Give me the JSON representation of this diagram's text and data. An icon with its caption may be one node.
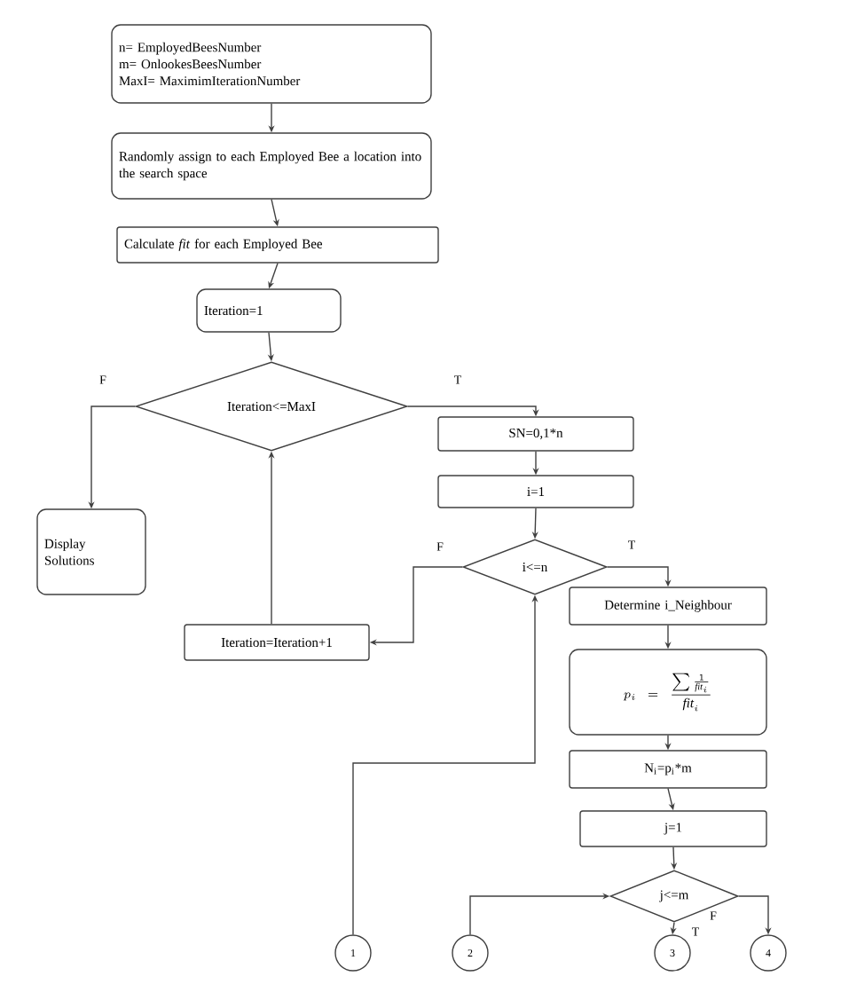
{
  "diagram": {
    "nodes": [
      {
        "text": [
          "n= EmployedBeesNumber",
          "m= OnlookesBeesNumber",
          "MaxI= MaximimIterationNumber"
        ]
      },
      {
        "text": [
          "Randomly assign to each Employed Bee a location into the search space"
        ]
      },
      {
        "text": [
          "Calculate *fit* for each Employed Bee"
        ]
      },
      {
        "text": [
          "Iteration=1"
        ]
      },
      {
        "text": [
          "Iteration<=MaxI"
        ]
      },
      {
        "text": [
          "Display Solutions"
        ]
      },
      {
        "text": [
          "SN=0,1*n"
        ]
      },
      {
        "text": [
          "i=1"
        ]
      },
      {
        "text": [
          "i<=n"
        ]
      },
      {
        "text": [
          "Iteration=Iteration+1"
        ]
      },
      {
        "text": [
          "Determine i_Neighbour"
        ]
      },
      {
        "text": [
          "p_i = \\frac{\\sum \\frac{1}{\\mathit{fit}_i}}{\\mathit{fit}_i}"
        ]
      },
      {
        "text": [
          "N$_{i}$=p$_{i}$*m"
        ]
      },
      {
        "text": [
          "j=1"
        ]
      },
      {
        "text": [
          "j<=m"
        ]
      },
      {
        "text": [
          "1"
        ]
      },
      {
        "text": [
          "2"
        ]
      },
      {
        "text": [
          "3"
        ]
      },
      {
        "text": [
          "4"
        ]
      }
    ],
    "edges": [
      {
        "from": 0,
        "to": 1,
        "arrow": "to"
      },
      {
        "from": 1,
        "to": 2,
        "arrow": "to"
      },
      {
        "from": 2,
        "to": 3,
        "arrow": "to"
      },
      {
        "from": 3,
        "to": 4,
        "arrow": "to"
      },
      {
        "from": 4,
        "to": 5,
        "arrow": "to",
        "label": "F"
      },
      {
        "from": 4,
        "to": 6,
        "arrow": "to",
        "label": "T"
      },
      {
        "from": 6,
        "to": 7,
        "arrow": "to"
      },
      {
        "from": 7,
        "to": 8,
        "arrow": "to"
      },
      {
        "from": 8,
        "to": 9,
        "arrow": "to",
        "label": "F"
      },
      {
        "from": 8,
        "to": 10,
        "arrow": "to",
        "label": "T"
      },
      {
        "from": 9,
        "to": 4,
        "arrow": "to"
      },
      {
        "from": 10,
        "to": 11,
        "arrow": "to"
      },
      {
        "from": 11,
        "to": 12,
        "arrow": "to"
      },
      {
        "from": 12,
        "to": 13,
        "arrow": "to"
      },
      {
        "from": 13,
        "to": 14,
        "arrow": "to"
      },
      {
        "from": 15,
        "to": 8,
        "arrow": "to"
      },
      {
        "from": 16,
        "to": 14,
        "arrow": "to"
      },
      {
        "from": 14,
        "to": 17,
        "arrow": "to",
        "label": "T"
      },
      {
        "from": 14,
        "to": 18,
        "arrow": "to",
        "label": "F"
      }
    ]
  }
}
